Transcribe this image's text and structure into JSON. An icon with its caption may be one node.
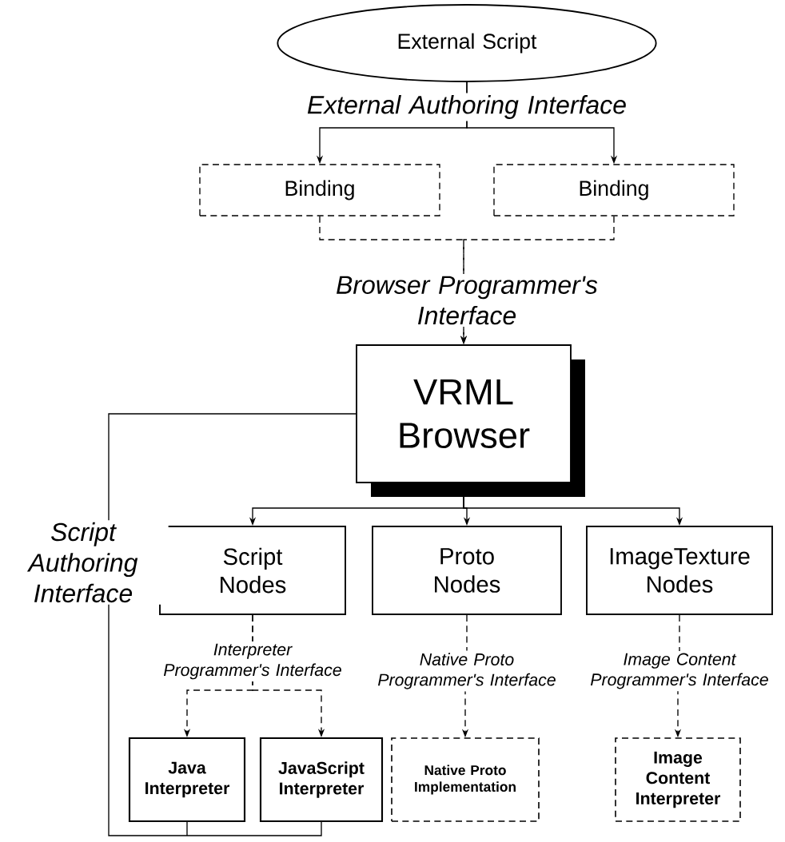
{
  "diagram": {
    "nodes": [
      {
        "text": [
          "External Script"
        ]
      },
      {
        "text": [
          "Binding"
        ]
      },
      {
        "text": [
          "Binding"
        ]
      },
      {
        "text": [
          "VRML Browser"
        ]
      },
      {
        "text": [
          "Script Nodes"
        ]
      },
      {
        "text": [
          "Proto Nodes"
        ]
      },
      {
        "text": [
          "ImageTexture Nodes"
        ]
      },
      {
        "text": [
          "Java Interpreter"
        ]
      },
      {
        "text": [
          "JavaScript Interpreter"
        ]
      },
      {
        "text": [
          "Native Proto Implementation"
        ]
      },
      {
        "text": [
          "Image Content Interpreter"
        ]
      }
    ],
    "edges": [
      {
        "from": 0,
        "to": 1,
        "arrow": "to",
        "label": "External Authoring Interface"
      },
      {
        "from": 0,
        "to": 2,
        "arrow": "to"
      },
      {
        "from": 1,
        "to": 3,
        "arrow": "to",
        "style": "dashed",
        "label": "Browser Programmer's Interface"
      },
      {
        "from": 2,
        "to": 3,
        "arrow": "to",
        "style": "dashed"
      },
      {
        "from": 3,
        "to": 4,
        "arrow": "to"
      },
      {
        "from": 3,
        "to": 5,
        "arrow": "to"
      },
      {
        "from": 3,
        "to": 6,
        "arrow": "to"
      },
      {
        "from": 4,
        "to": 7,
        "arrow": "to",
        "style": "dashed",
        "label": "Interpreter Programmer's Interface"
      },
      {
        "from": 4,
        "to": 8,
        "arrow": "to",
        "style": "dashed"
      },
      {
        "from": 5,
        "to": 9,
        "arrow": "to",
        "style": "dashed",
        "label": "Native Proto Programmer's Interface"
      },
      {
        "from": 6,
        "to": 10,
        "arrow": "to",
        "style": "dashed",
        "label": "Image Content Programmer's Interface"
      },
      {
        "from": 7,
        "to": 3,
        "arrow": "none",
        "label": "Script Authoring Interface"
      },
      {
        "from": 8,
        "to": 3,
        "arrow": "none"
      }
    ]
  }
}
